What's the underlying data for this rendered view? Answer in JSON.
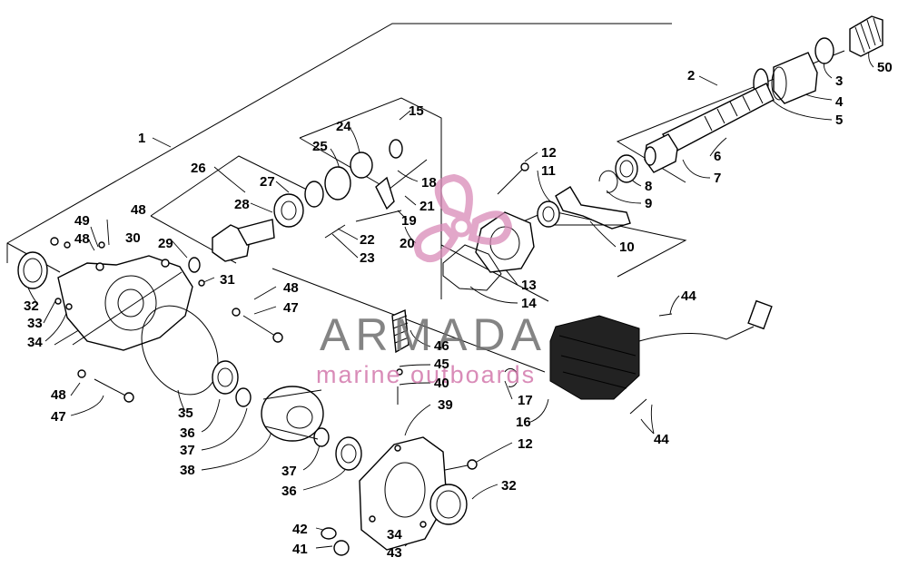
{
  "watermark": {
    "brand": "ARMADA",
    "tagline": "marine outboards",
    "logo_color": "#d98ab8",
    "text_color": "#6e6e6e"
  },
  "callouts": {
    "c1": "1",
    "c2": "2",
    "c3": "3",
    "c4": "4",
    "c5": "5",
    "c6": "6",
    "c7": "7",
    "c8": "8",
    "c9": "9",
    "c10": "10",
    "c11": "11",
    "c12a": "12",
    "c12b": "12",
    "c13": "13",
    "c14": "14",
    "c15": "15",
    "c16": "16",
    "c17": "17",
    "c18": "18",
    "c19": "19",
    "c20": "20",
    "c21": "21",
    "c22": "22",
    "c23": "23",
    "c24": "24",
    "c25": "25",
    "c26": "26",
    "c27": "27",
    "c28": "28",
    "c29": "29",
    "c30": "30",
    "c31": "31",
    "c32a": "32",
    "c32b": "32",
    "c33": "33",
    "c34a": "34",
    "c34b": "34",
    "c35": "35",
    "c36a": "36",
    "c36b": "36",
    "c37a": "37",
    "c37b": "37",
    "c38": "38",
    "c39": "39",
    "c40": "40",
    "c41": "41",
    "c42": "42",
    "c43": "43",
    "c44a": "44",
    "c44b": "44",
    "c45": "45",
    "c46": "46",
    "c47a": "47",
    "c47b": "47",
    "c48a": "48",
    "c48b": "48",
    "c48c": "48",
    "c48d": "48",
    "c49": "49",
    "c50": "50"
  }
}
